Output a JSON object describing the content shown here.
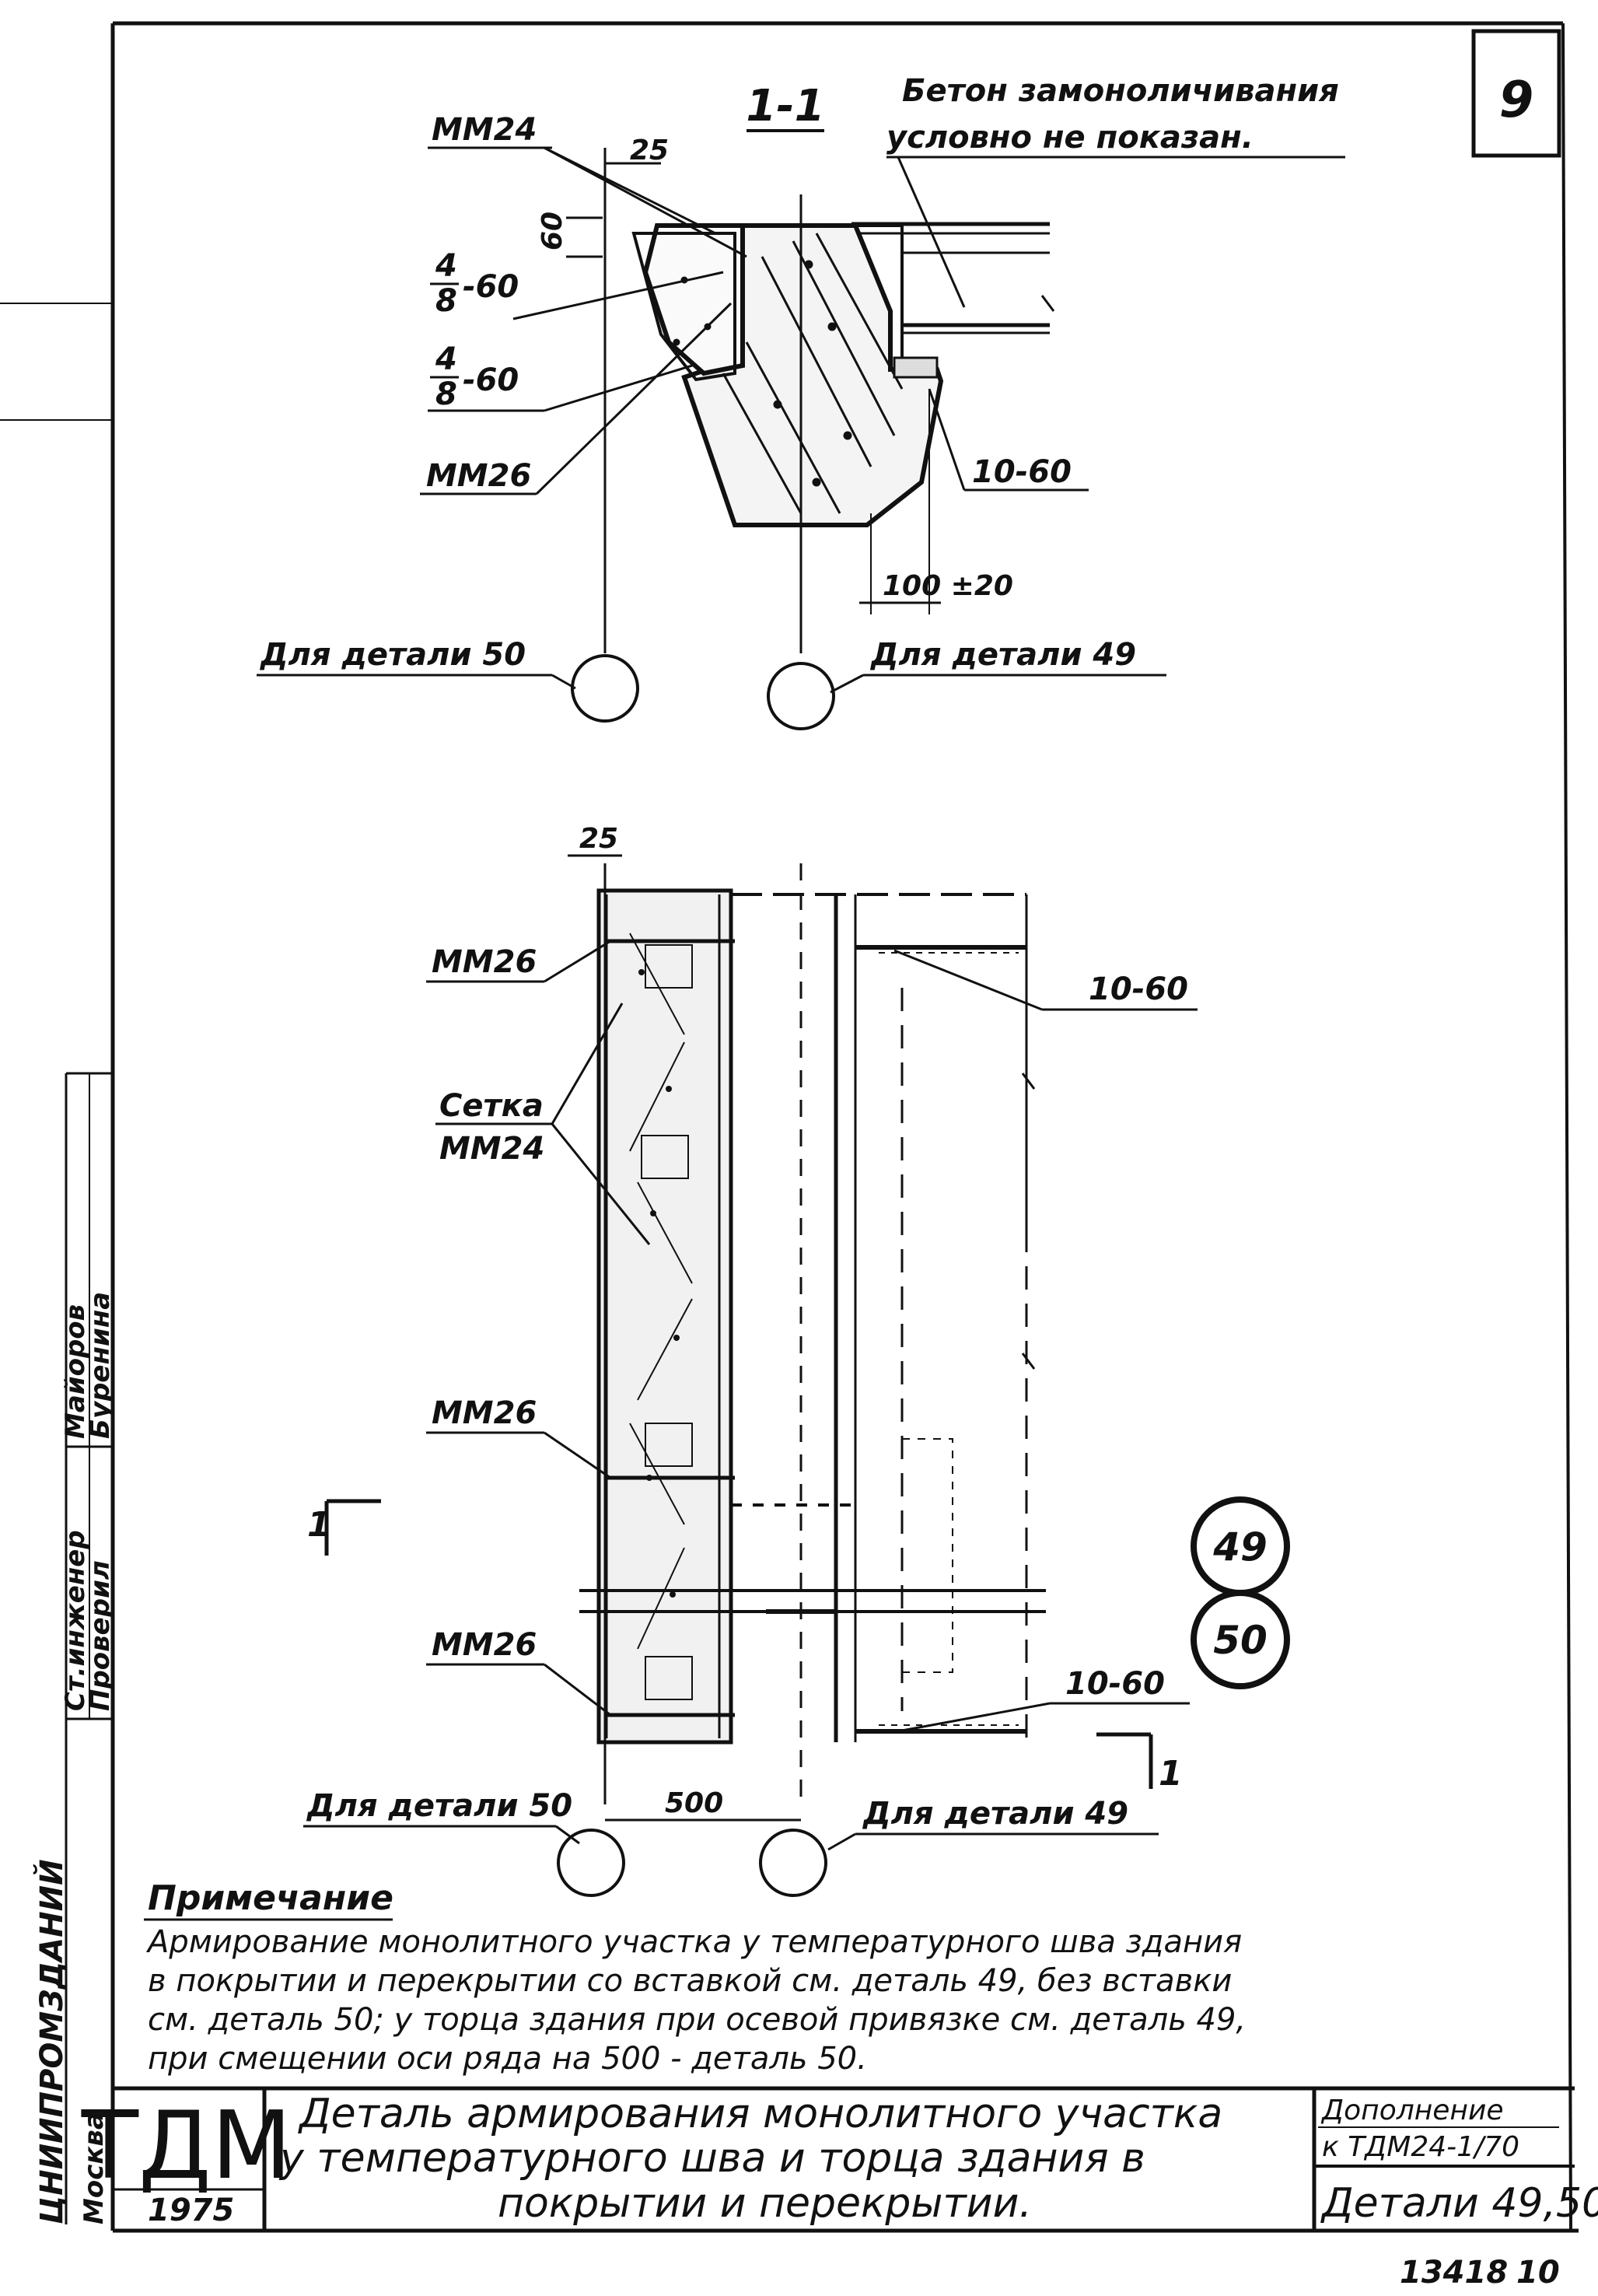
{
  "sheet_number": "9",
  "section": {
    "title": "1-1",
    "concrete_note_line1": "Бетон замоноличивания",
    "concrete_note_line2": "условно не показан."
  },
  "labels": {
    "mm24": "ММ24",
    "mm26": "ММ26",
    "fraction_num": "4",
    "fraction_den": "8",
    "fraction_tail": "-60",
    "dim_25": "25",
    "dim_60": "60",
    "p10_60": "10-60",
    "dim_100_20": "100 ±20",
    "for_detail_50": "Для детали 50",
    "for_detail_49": "Для детали 49",
    "setka": "Сетка",
    "dim_500": "500",
    "section_mark": "1",
    "detail_49": "49",
    "detail_50": "50"
  },
  "note": {
    "heading": "Примечание",
    "lines": [
      "Армирование монолитного участка у температурного шва здания",
      "в покрытии и перекрытии со вставкой см. деталь 49, без вставки",
      "см. деталь 50; у торца здания при осевой привязке см. деталь 49,",
      "при смещении оси ряда на 500 - деталь 50."
    ]
  },
  "title_block": {
    "logo": "ТДМ",
    "year": "1975",
    "title_lines": [
      "Деталь армирования монолитного участка",
      "у температурного шва и торца здания в",
      "покрытии и перекрытии."
    ],
    "addition_line1": "Дополнение",
    "addition_line2": "к ТДМ24-1/70",
    "details": "Детали 49,50"
  },
  "side_stamp": {
    "org": "ЦНИИПРОМЗДАНИЙ",
    "city": "Москва",
    "role1": "Ст.инженер",
    "role2": "Проверил",
    "name1": "Майоров",
    "name2": "Буренина"
  },
  "footer": {
    "order_number": "13418",
    "page_number": "10"
  },
  "colors": {
    "ink": "#111111",
    "paper": "#ffffff"
  }
}
